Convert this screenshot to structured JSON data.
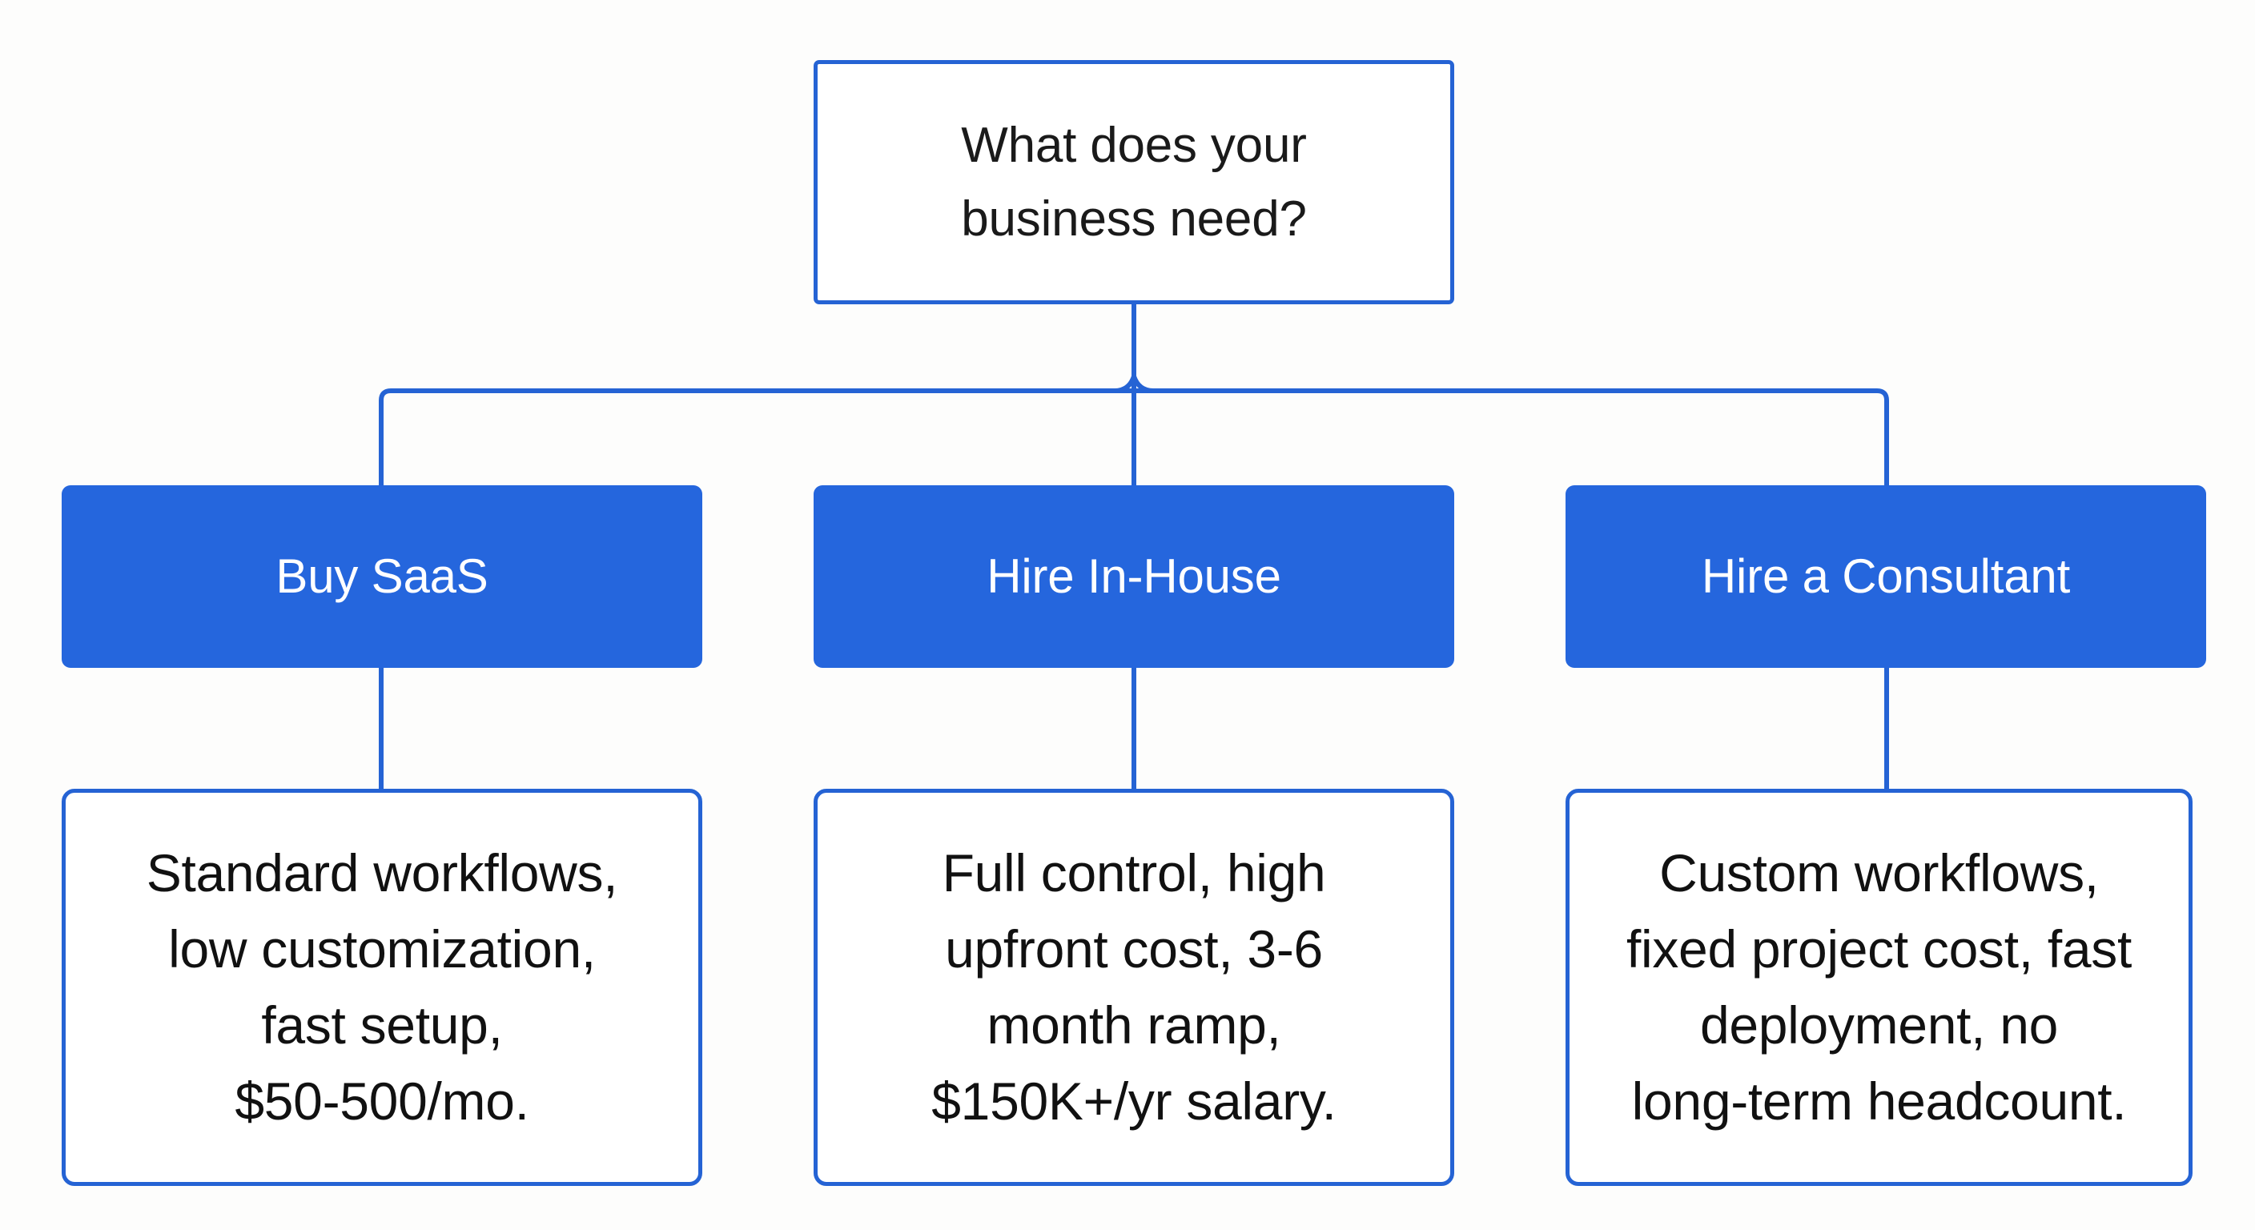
{
  "diagram": {
    "type": "decision-tree",
    "orientation": "top-down",
    "colors": {
      "accent_blue": "#2566dd",
      "border_blue": "#2563d4",
      "connector_blue": "#2563d4",
      "box_fill": "#ffffff",
      "page_background": "#fdfdfc",
      "dark_text": "#111111",
      "light_text": "#ffffff"
    },
    "root": {
      "id": "root-question",
      "label": "What does your\nbusiness need?",
      "style": "outlined"
    },
    "branches": [
      {
        "id": "branch-buy-saas",
        "option_label": "Buy SaaS",
        "detail_label": "Standard workflows,\nlow customization,\nfast setup,\n$50-500/mo.",
        "style": "filled"
      },
      {
        "id": "branch-hire-in-house",
        "option_label": "Hire In-House",
        "detail_label": "Full control, high\nupfront cost, 3-6\nmonth ramp,\n$150K+/yr salary.",
        "style": "filled"
      },
      {
        "id": "branch-hire-consultant",
        "option_label": "Hire a Consultant",
        "detail_label": "Custom workflows,\nfixed project cost, fast\ndeployment, no\nlong-term headcount.",
        "style": "filled"
      }
    ]
  }
}
